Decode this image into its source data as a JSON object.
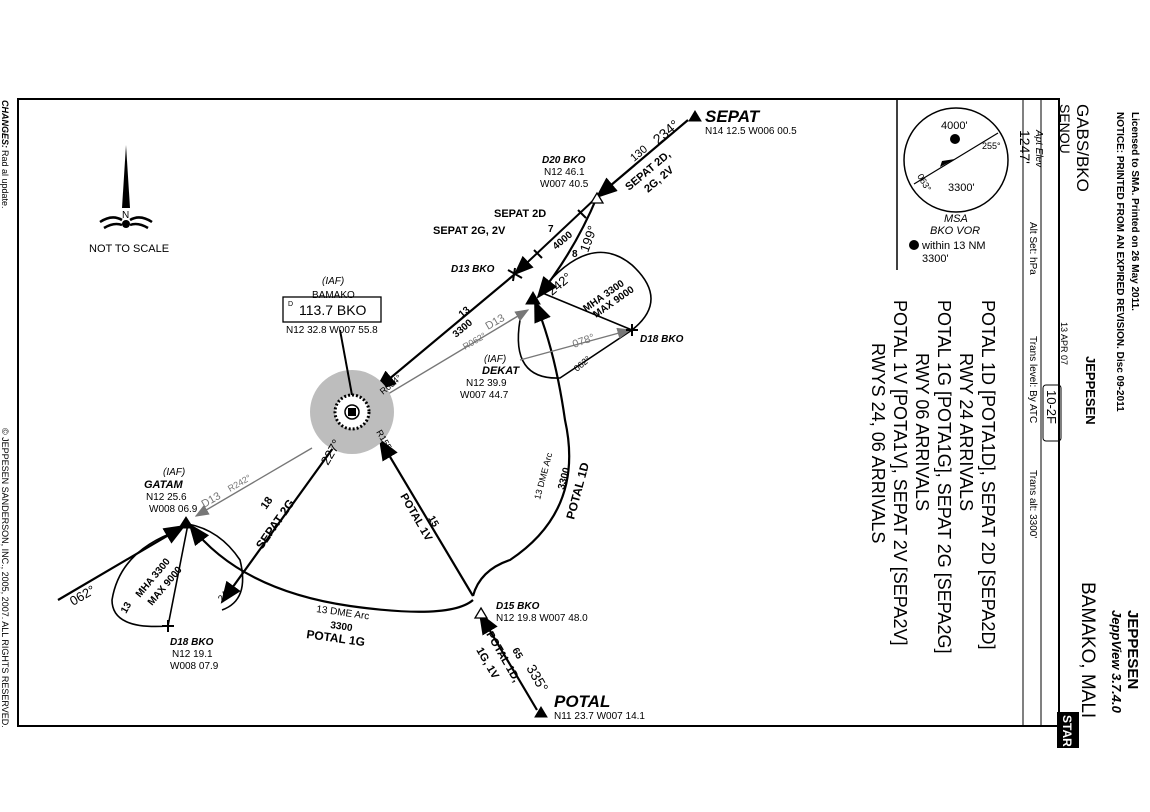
{
  "header": {
    "license_line": "Licensed to SMA. Printed on 26 May 2011.",
    "notice_line": "NOTICE: PRINTED FROM AN EXPIRED REVISION.  Disc 09-2011",
    "brand": "JEPPESEN",
    "brand_sub": "JeppView 3.7.4.0",
    "city": "BAMAKO, MALI",
    "star_badge": "STAR",
    "icao": "GABS/BKO",
    "airport_name": "SENOU",
    "apt_elev_label": "Apt Elev",
    "apt_elev_value": "1247'",
    "chart_date": "13 APR 07",
    "chart_number": "10-2F",
    "jeppesen_logo": "JEPPESEN",
    "alt_set": "Alt Set: hPa",
    "trans_level": "Trans level: By ATC",
    "trans_alt": "Trans alt: 3300'"
  },
  "msa": {
    "upper_alt": "4000'",
    "lower_alt": "3300'",
    "bearing_1": "255°",
    "bearing_2": "063°",
    "title": "MSA",
    "subtitle": "BKO VOR",
    "note_1": "within 13 NM",
    "note_2": "3300'",
    "note_marker": "1"
  },
  "title_block": [
    "POTAL 1D [POTA1D], SEPAT 2D [SEPA2D]",
    "RWY 24 ARRIVALS",
    "POTAL 1G [POTA1G], SEPAT 2G [SEPA2G]",
    "RWY 06 ARRIVALS",
    "POTAL 1V [POTA1V], SEPAT 2V [SEPA2V]",
    "RWYS 24, 06 ARRIVALS"
  ],
  "margin": {
    "changes_label": "CHANGES:",
    "changes_text": "Rad al update.",
    "copyright": "© JEPPESEN SANDERSON, INC., 2005, 2007. ALL RIGHTS RESERVED.",
    "not_to_scale": "NOT TO SCALE",
    "north": "N"
  },
  "plan": {
    "sepat": {
      "name": "SEPAT",
      "coords": "N14 12.5 W006 00.5",
      "course": "234°",
      "dist": "130",
      "routes_1": "SEPAT 2D,",
      "routes_2": "2G, 2V"
    },
    "d20": {
      "name": "D20 BKO",
      "lat": "N12 46.1",
      "lon": "W007 40.5"
    },
    "sepat_2d": "SEPAT 2D",
    "sepat_2g_2v": "SEPAT 2G, 2V",
    "seg_7": "7",
    "seg_4000": "4000",
    "seg_8": "8",
    "radial_199": "199°",
    "d13": "D13 BKO",
    "seg_13_upper": "13",
    "seg_3300_upper": "3300",
    "d13_arc": "D13",
    "r062": "R062°",
    "r034": "R034°",
    "dekat": {
      "iaf": "(IAF)",
      "name": "DEKAT",
      "lat": "N12 39.9",
      "lon": "W007 44.7"
    },
    "hold_dekat": {
      "inbound": "242°",
      "mha": "MHA 3300",
      "max": "MAX 9000",
      "outbound_1": "078°",
      "outbound_2": "062°"
    },
    "d18_east": "D18 BKO",
    "bamako": {
      "iaf": "(IAF)",
      "name": "BAMAKO",
      "d_mark": "D",
      "freq_ident": "113.7 BKO",
      "coords": "N12 32.8 W007 55.8"
    },
    "radial_227": "227°",
    "r155": "R155°",
    "potal_1v_dist": "15",
    "potal_1v_label": "POTAL 1V",
    "arc_1d_1": "13 DME Arc",
    "arc_1d_2": "3300",
    "potal_1d_label": "POTAL 1D",
    "gatam": {
      "iaf": "(IAF)",
      "name": "GATAM",
      "lat": "N12 25.6",
      "lon": "W008 06.9"
    },
    "d13_w": "D13",
    "r242": "R242°",
    "sepat_2g_dist": "18",
    "sepat_2g_label": "SEPAT 2G",
    "hold_gatam": {
      "inbound": "062°",
      "mha": "MHA 3300",
      "max": "MAX 9000",
      "outbound": "242°",
      "dist": "13"
    },
    "d18_west": {
      "name": "D18 BKO",
      "lat": "N12 19.1",
      "lon": "W008 07.9"
    },
    "arc_1g_1": "13 DME Arc",
    "arc_1g_2": "3300",
    "potal_1g_label": "POTAL 1G",
    "d15": {
      "name": "D15 BKO",
      "coords": "N12 19.8 W007 48.0"
    },
    "potal_routes_1": "POTAL 1D,",
    "potal_routes_2": "1G, 1V",
    "potal_dist": "65",
    "potal_course": "335°",
    "potal": {
      "name": "POTAL",
      "coords": "N11 23.7 W007 14.1"
    }
  }
}
